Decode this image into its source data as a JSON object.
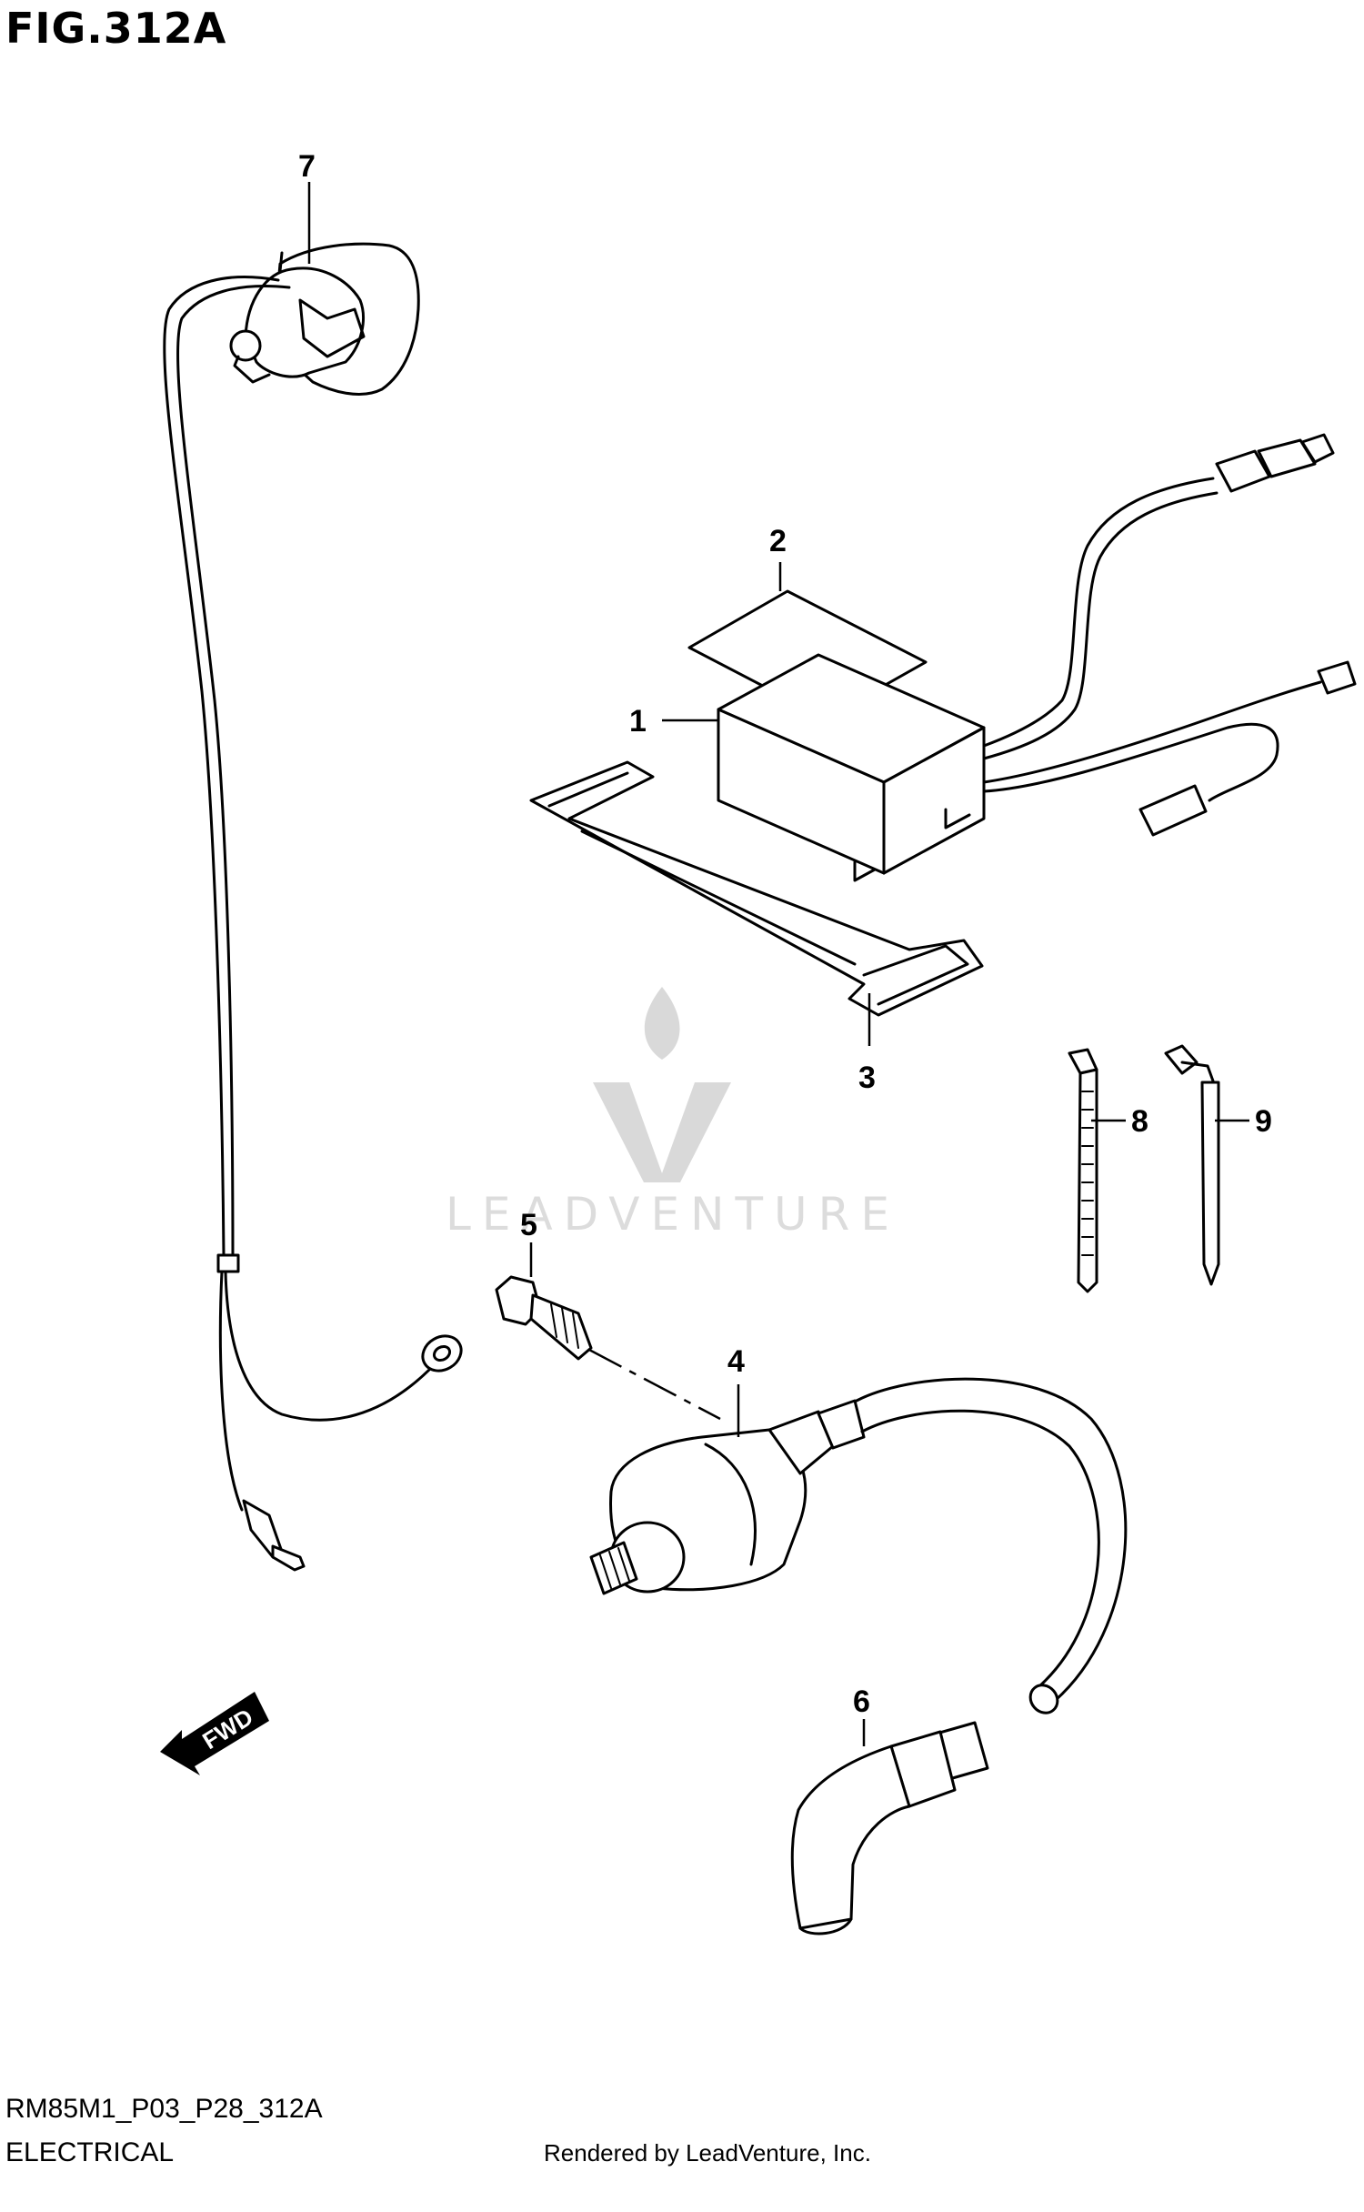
{
  "figure": {
    "title": "FIG.312A"
  },
  "footer": {
    "code": "RM85M1_P03_P28_312A",
    "section": "ELECTRICAL",
    "credit": "Rendered by LeadVenture, Inc."
  },
  "watermark": {
    "text": "LEADVENTURE"
  },
  "direction_arrow": {
    "label": "FWD"
  },
  "callouts": {
    "c1": "1",
    "c2": "2",
    "c3": "3",
    "c4": "4",
    "c5": "5",
    "c6": "6",
    "c7": "7",
    "c8": "8",
    "c9": "9"
  }
}
